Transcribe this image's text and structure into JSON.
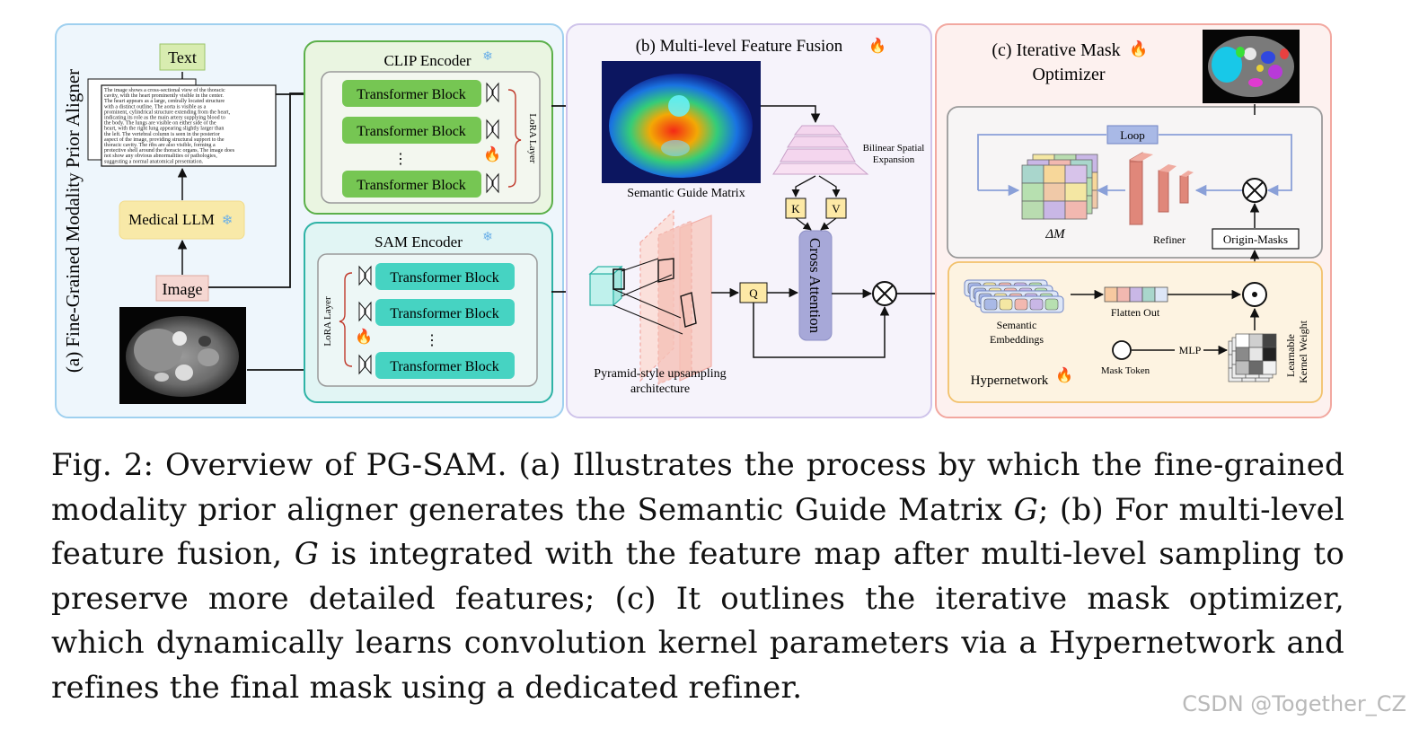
{
  "panel_a": {
    "title": "(a) Fine-Grained Modality Prior Aligner",
    "text_label": "Text",
    "llm_label": "Medical LLM",
    "image_label": "Image",
    "llm_text_lines": [
      "The image shows a cross-sectional view of the thoracic",
      "cavity, with the heart prominently visible in the center.",
      "The heart appears as a large, centrally located structure",
      "with a distinct outline. The aorta is visible as a",
      "prominent, cylindrical structure extending from the heart,",
      "indicating its role as the main artery supplying blood to",
      "the body. The lungs are visible on either side of the",
      "heart, with the right lung appearing slightly larger than",
      "the left. The vertebral column is seen in the posterior",
      "aspect of the image, providing structural support to the",
      "thoracic cavity. The ribs are also visible, forming a",
      "protective shell around the thoracic organs. The image does",
      "not show any obvious abnormalities or pathologies,",
      "suggesting a normal anatomical presentation."
    ],
    "clip": {
      "title": "CLIP Encoder",
      "blocks": [
        "Transformer Block",
        "Transformer Block",
        "Transformer Block"
      ],
      "ellipsis": "⋮",
      "lora": "LoRA Layer"
    },
    "sam": {
      "title": "SAM Encoder",
      "blocks": [
        "Transformer Block",
        "Transformer Block",
        "Transformer Block"
      ],
      "ellipsis": "⋮",
      "lora": "LoRA Layer"
    }
  },
  "panel_b": {
    "title": "(b)  Multi-level Feature Fusion",
    "guide_label": "Semantic Guide Matrix",
    "bilinear_line1": "Bilinear Spatial",
    "bilinear_line2": "Expansion",
    "k": "K",
    "v": "V",
    "q": "Q",
    "cross_attention": "Cross Attention",
    "pyramid_line1": "Pyramid-style upsampling",
    "pyramid_line2": "architecture"
  },
  "panel_c": {
    "title_line1": "(c) Iterative Mask",
    "title_line2": "Optimizer",
    "loop": "Loop",
    "delta_m": "ΔM",
    "refiner": "Refiner",
    "origin_masks": "Origin-Masks",
    "semantic_line1": "Semantic",
    "semantic_line2": "Embeddings",
    "flatten_out": "Flatten Out",
    "mlp": "MLP",
    "mask_token": "Mask Token",
    "kernel_line1": "Learnable",
    "kernel_line2": "Kernel Weight",
    "hypernetwork": "Hypernetwork"
  },
  "colors": {
    "panel_a_bg": "#eef6fc",
    "panel_a_border": "#9fd0ef",
    "clip_bg": "#eaf5e1",
    "clip_border": "#5cb04a",
    "clip_block": "#76c653",
    "sam_bg": "#e1f5f4",
    "sam_border": "#2fb3a6",
    "sam_block": "#46d3c2",
    "panel_b_bg": "#f6f3fb",
    "panel_b_border": "#cfc4ea",
    "panel_c_bg": "#fdf1ef",
    "panel_c_border": "#f2a8a0",
    "hyper_bg": "#fdf3e1",
    "hyper_border": "#f2c16b",
    "cross_attention": "#a7a8d8",
    "kq_box": "#fde9a6",
    "refiner": "#e0877a"
  },
  "caption": {
    "p1": "Fig. 2: Overview of PG-SAM. (a) Illustrates the process by which the fine-grained modality prior aligner generates the Semantic Guide Matrix ",
    "g1": "G",
    "p2": "; (b) For multi-level feature fusion, ",
    "g2": "G",
    "p3": " is integrated with the feature map after multi-level sampling to preserve more detailed features; (c) It outlines the iterative mask optimizer, which dynamically learns convolution kernel parameters via a Hypernetwork and refines the final mask using a dedicated refiner."
  },
  "watermark": "CSDN @Together_CZ"
}
